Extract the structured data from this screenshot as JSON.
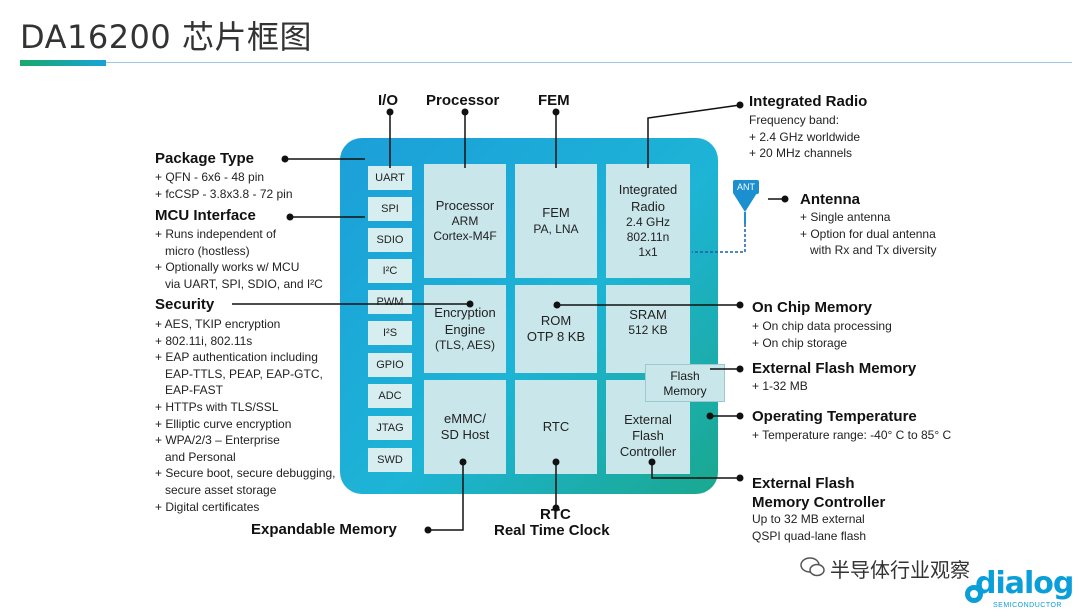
{
  "title": "DA16200 芯片框图",
  "top_labels": {
    "io": "I/O",
    "processor": "Processor",
    "fem": "FEM"
  },
  "io_blocks": [
    "UART",
    "SPI",
    "SDIO",
    "I²C",
    "PWM",
    "I²S",
    "GPIO",
    "ADC",
    "JTAG",
    "SWD"
  ],
  "blocks": {
    "processor": {
      "title": "Processor",
      "l1": "ARM",
      "l2": "Cortex-M4F"
    },
    "fem": {
      "title": "FEM",
      "l1": "PA, LNA"
    },
    "radio": {
      "title1": "Integrated",
      "title2": "Radio",
      "l1": "2.4 GHz",
      "l2": "802.11n",
      "l3": "1x1"
    },
    "encryption": {
      "l1": "Encryption",
      "l2": "Engine",
      "l3": "(TLS, AES)"
    },
    "rom": {
      "l1": "ROM",
      "l2": "OTP 8 KB"
    },
    "sram": {
      "l1": "SRAM",
      "l2": "512 KB"
    },
    "emmc": {
      "l1": "eMMC/",
      "l2": "SD Host"
    },
    "rtc": {
      "l1": "RTC"
    },
    "ext_flash_ctrl": {
      "l1": "External",
      "l2": "Flash",
      "l3": "Controller"
    },
    "flash_memory": {
      "l1": "Flash",
      "l2": "Memory"
    }
  },
  "ant_badge": "ANT",
  "left": {
    "package": {
      "heading": "Package Type",
      "items": [
        "+ QFN - 6x6 - 48 pin",
        "+ fcCSP - 3.8x3.8 - 72 pin"
      ]
    },
    "mcu": {
      "heading": "MCU Interface",
      "items": [
        "+ Runs independent of",
        "micro (hostless)",
        "+ Optionally works w/ MCU",
        "via UART, SPI, SDIO, and I²C"
      ]
    },
    "security": {
      "heading": "Security",
      "items": [
        "+ AES, TKIP encryption",
        "+ 802.11i, 802.11s",
        "+ EAP authentication including",
        "EAP-TTLS, PEAP, EAP-GTC,",
        "EAP-FAST",
        "+ HTTPs with TLS/SSL",
        "+ Elliptic curve encryption",
        "+ WPA/2/3 – Enterprise",
        "and Personal",
        "+ Secure boot, secure debugging,",
        "secure asset storage",
        "+ Digital certificates"
      ]
    }
  },
  "right": {
    "radio": {
      "heading": "Integrated Radio",
      "items": [
        "Frequency band:",
        "+ 2.4 GHz worldwide",
        "+ 20 MHz channels"
      ]
    },
    "antenna": {
      "heading": "Antenna",
      "items": [
        "+ Single antenna",
        "+ Option for dual antenna",
        "with Rx and Tx diversity"
      ]
    },
    "onchip": {
      "heading": "On Chip Memory",
      "items": [
        "+ On chip data processing",
        "+ On chip storage"
      ]
    },
    "extflash": {
      "heading": "External Flash Memory",
      "items": [
        "+ 1-32 MB"
      ]
    },
    "temp": {
      "heading": "Operating Temperature",
      "items": [
        "+ Temperature range: -40° C to 85° C"
      ]
    },
    "extctrl": {
      "heading1": "External Flash",
      "heading2": "Memory Controller",
      "items": [
        "Up to 32 MB external",
        "QSPI quad-lane flash"
      ]
    }
  },
  "bottom": {
    "expandable": "Expandable Memory",
    "rtc": "RTC",
    "rtc_full": "Real Time Clock"
  },
  "watermark": "半导体行业观察",
  "logo": {
    "word": "dialog",
    "sub": "SEMICONDUCTOR"
  }
}
